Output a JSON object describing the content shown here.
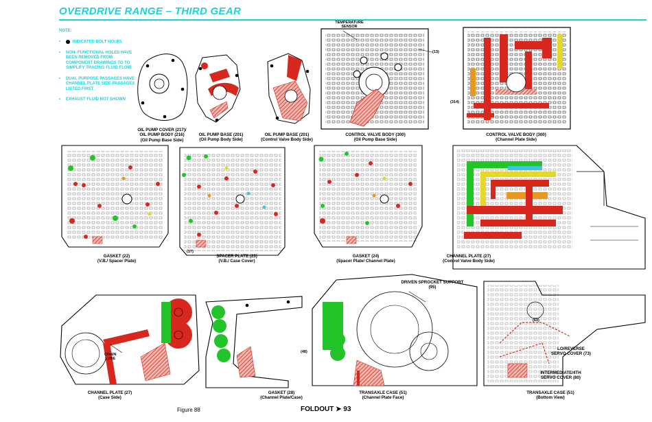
{
  "page": {
    "title": "OVERDRIVE RANGE – THIRD GEAR",
    "figure_label": "Figure 88",
    "foldout_label": "FOLDOUT ➤ 93"
  },
  "note": {
    "heading": "NOTE:",
    "items": [
      "INDICATED BOLT HOLES",
      "NON- FUNCTIONAL HOLES HAVE BEEN REMOVED FROM COMPONENT DRAWINGS TO TO SIMPLIFY TRACING FLUID FLOW.",
      "DUAL PURPOSE PASSAGES HAVE CHANNEL PLATE SIDE PASSAGES LISTED FIRST",
      "EXHAUST FLUID NOT SHOWN"
    ]
  },
  "colors": {
    "title_cyan": "#19d3dc",
    "line_pressure_red": "#d8281e",
    "green": "#22c42a",
    "yellow": "#e6d82a",
    "orange": "#e8981e",
    "cyan_passage": "#3cc4e0"
  },
  "components": [
    {
      "caption_line1": "OIL PUMP COVER (217)/",
      "caption_line2": "OIL PUMP BODY (216)",
      "caption_line3": "(Oil Pump Base Side)"
    },
    {
      "caption_line1": "OIL PUMP BASE (201)",
      "caption_line2": "(Oil Pump Body Side)"
    },
    {
      "caption_line1": "OIL PUMP BASE (201)",
      "caption_line2": "(Control Valve Body Side)"
    },
    {
      "caption_line1": "CONTROL VALVE BODY (300)",
      "caption_line2": "(Oil Pump Base Side)"
    },
    {
      "caption_line1": "CONTROL VALVE BODY (300)",
      "caption_line2": "(Channel Plate Side)"
    },
    {
      "caption_line1": "GASKET (22)",
      "caption_line2": "(V.B./ Spacer Plate)"
    },
    {
      "caption_line1": "SPACER PLATE (23)",
      "caption_line2": "(V.B./ Case Cover)"
    },
    {
      "caption_line1": "GASKET (24)",
      "caption_line2": "(Spacer Plate/ Channel Plate)"
    },
    {
      "caption_line1": "CHANNEL PLATE (27)",
      "caption_line2": "(Control Valve Body Side)"
    },
    {
      "caption_line1": "CHANNEL PLATE (27)",
      "caption_line2": "(Case Side)"
    },
    {
      "caption_line1": "GASKET (28)",
      "caption_line2": "(Channel Plate/Case)"
    },
    {
      "caption_line1": "TRANSAXLE CASE (51)",
      "caption_line2": "(Channel Plate Face)"
    },
    {
      "caption_line1": "TRANSAXLE CASE (51)",
      "caption_line2": "(Bottom View)"
    }
  ],
  "callouts": {
    "temperature_sensor": "TEMPERATURE SENSOR",
    "ref_13": "(13)",
    "ref_314": "(314)",
    "ref_17": "(17)",
    "ref_48": "(48)",
    "ref_63": "(63)",
    "driven_sprocket_support_1": "DRIVEN SPROCKET SUPPORT",
    "driven_sprocket_support_2": "(95)",
    "chain_lube_1": "CHAIN",
    "chain_lube_2": "LUBE",
    "lo_reverse_1": "LO/REVERSE",
    "lo_reverse_2": "SERVO COVER (73)",
    "intermediate_1": "INTERMEDIATE/4TH",
    "intermediate_2": "SERVO COVER (80)"
  }
}
